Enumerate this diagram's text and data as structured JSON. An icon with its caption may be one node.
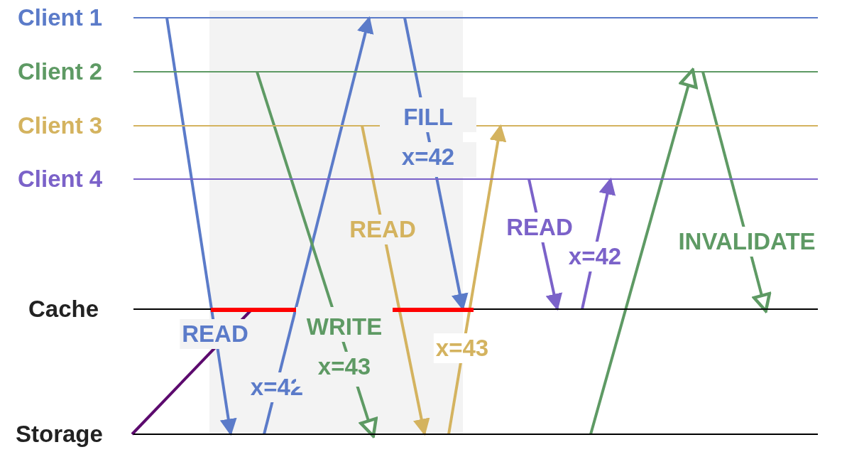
{
  "diagram": {
    "nodes": [
      {
        "text": [
          "Client 1"
        ]
      },
      {
        "text": [
          "Client 2"
        ]
      },
      {
        "text": [
          "Client 3"
        ]
      },
      {
        "text": [
          "Client 4"
        ]
      },
      {
        "text": [
          "Cache"
        ]
      },
      {
        "text": [
          "Storage"
        ]
      },
      {
        "text": [],
        "shape": "bar",
        "in": 4
      }
    ],
    "edges": [
      {
        "from": 0,
        "to": 5,
        "arrow": "to",
        "label": "READ",
        "color": "#5b7bc9"
      },
      {
        "from": 5,
        "to": 0,
        "arrow": "to",
        "label": "x=42",
        "color": "#5b7bc9"
      },
      {
        "from": 1,
        "to": 5,
        "arrow": "to",
        "label": "WRITE x=43",
        "color": "#5e9a64"
      },
      {
        "from": 2,
        "to": 5,
        "arrow": "to",
        "label": "READ",
        "color": "#d4b35f"
      },
      {
        "from": 5,
        "to": 2,
        "arrow": "to",
        "label": "x=43",
        "color": "#d4b35f"
      },
      {
        "from": 0,
        "to": 4,
        "arrow": "to",
        "label": "FILL x=42",
        "color": "#5b7bc9"
      },
      {
        "from": 3,
        "to": 4,
        "arrow": "to",
        "label": "READ",
        "color": "#7b62c9"
      },
      {
        "from": 4,
        "to": 3,
        "arrow": "to",
        "label": "x=42",
        "color": "#7b62c9"
      },
      {
        "from": 5,
        "to": 1,
        "arrow": "to",
        "color": "#5e9a64"
      },
      {
        "from": 1,
        "to": 4,
        "arrow": "to",
        "label": "INVALIDATE",
        "color": "#5e9a64"
      },
      {
        "from": 6,
        "to": 5,
        "arrow": "none",
        "color": "#5c0a6e"
      }
    ]
  }
}
